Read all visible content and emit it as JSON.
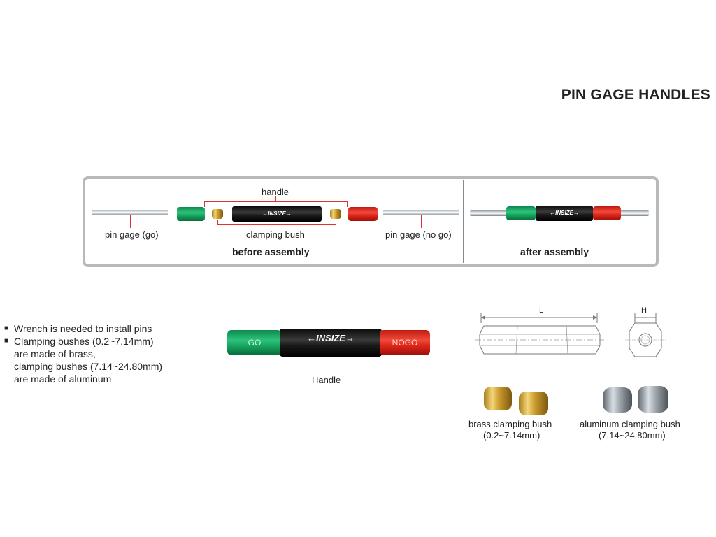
{
  "title": "PIN GAGE HANDLES",
  "assembly_panel": {
    "labels": {
      "handle": "handle",
      "pin_go": "pin gage (go)",
      "clamping_bush": "clamping bush",
      "pin_nogo": "pin gage (no go)",
      "before": "before assembly",
      "after": "after assembly"
    },
    "brand": "INSIZE"
  },
  "features": [
    "Wrench is needed to install pins",
    "Clamping bushes (0.2~7.14mm)",
    "are made of brass,",
    "clamping bushes (7.14~24.80mm)",
    "are made of aluminum"
  ],
  "handle_photo": {
    "caption": "Handle",
    "go_text": "GO",
    "nogo_text": "NOGO",
    "brand": "INSIZE"
  },
  "dimensions": {
    "length_label": "L",
    "height_label": "H"
  },
  "bushes": {
    "brass_label": "brass clamping bush",
    "brass_range": "(0.2~7.14mm)",
    "aluminum_label": "aluminum clamping bush",
    "aluminum_range": "(7.14~24.80mm)"
  },
  "colors": {
    "go": "#1aa862",
    "nogo": "#e0281c",
    "brass": "#d4a63a",
    "aluminum": "#9aa1a8"
  }
}
